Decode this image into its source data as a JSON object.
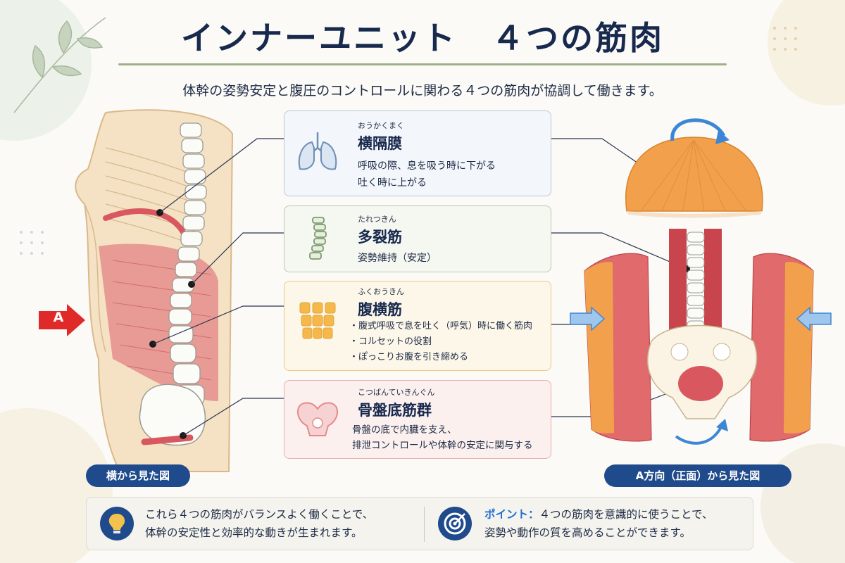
{
  "header": {
    "title": "インナーユニット　４つの筋肉",
    "subtitle": "体幹の姿勢安定と腹圧のコントロールに関わる４つの筋肉が協調して働きます。"
  },
  "side_marker": "A",
  "muscles": [
    {
      "ruby": "おうかくまく",
      "name": "横隔膜",
      "desc": [
        "呼吸の際、息を吸う時に下がる",
        "吐く時に上がる"
      ],
      "icon": "lungs-icon",
      "color": "#6f8fb8"
    },
    {
      "ruby": "たれつきん",
      "name": "多裂筋",
      "desc": [
        "姿勢維持（安定）"
      ],
      "icon": "spine-icon",
      "color": "#7e9a6e"
    },
    {
      "ruby": "ふくおうきん",
      "name": "腹横筋",
      "desc": [
        "・腹式呼吸で息を吐く（呼気）時に働く筋肉",
        "・コルセットの役割",
        "・ぽっこりお腹を引き締める"
      ],
      "icon": "abdominal-icon",
      "color": "#e0a53a"
    },
    {
      "ruby": "こつばんていきんぐん",
      "name": "骨盤底筋群",
      "desc": [
        "骨盤の底で内臓を支え、",
        "排泄コントロールや体幹の安定に関与する"
      ],
      "icon": "pelvis-icon",
      "color": "#e58a8a"
    }
  ],
  "labels": {
    "side_view": "横から見た図",
    "front_view": "A方向（正面）から見た図"
  },
  "footer": {
    "left_lines": [
      "これら４つの筋肉がバランスよく働くことで、",
      "体幹の安定性と効率的な動きが生まれます。"
    ],
    "point_label": "ポイント：",
    "right_line1_rest": "４つの筋肉を意識的に使うことで、",
    "right_line2": "姿勢や動作の質を高めることができます。",
    "left_icon": "lightbulb-icon",
    "right_icon": "target-icon"
  },
  "colors": {
    "navy": "#17294d",
    "accent_blue": "#1f4a8c",
    "muscle_red": "#d9585f",
    "muscle_orange": "#f0a04a",
    "marker_red": "#e02a2a"
  }
}
